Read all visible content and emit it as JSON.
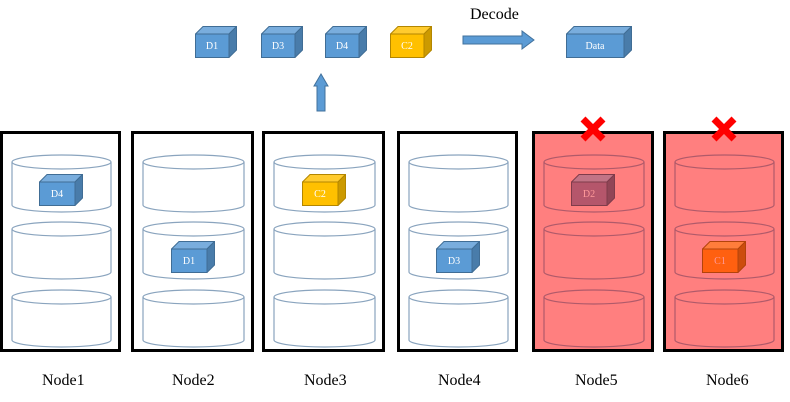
{
  "decode_label": "Decode",
  "colors": {
    "data_block": "#5b9bd5",
    "parity_block": "#ffc000",
    "failed_node_bg": "#ff7f7f",
    "failed_data_block": "#b5566b",
    "failed_parity_block": "#ff6010",
    "fail_mark": "#ff0000",
    "disk_stroke": "#8aa4be"
  },
  "read_blocks": [
    {
      "label": "D1",
      "kind": "data"
    },
    {
      "label": "D3",
      "kind": "data"
    },
    {
      "label": "D4",
      "kind": "data"
    },
    {
      "label": "C2",
      "kind": "parity"
    }
  ],
  "output_block": {
    "label": "Data",
    "kind": "data"
  },
  "nodes": [
    {
      "label": "Node1",
      "failed": false,
      "disks": [
        {
          "block": "D4",
          "kind": "data"
        },
        null,
        null
      ]
    },
    {
      "label": "Node2",
      "failed": false,
      "disks": [
        null,
        {
          "block": "D1",
          "kind": "data"
        },
        null
      ]
    },
    {
      "label": "Node3",
      "failed": false,
      "disks": [
        {
          "block": "C2",
          "kind": "parity"
        },
        null,
        null
      ]
    },
    {
      "label": "Node4",
      "failed": false,
      "disks": [
        null,
        {
          "block": "D3",
          "kind": "data"
        },
        null
      ]
    },
    {
      "label": "Node5",
      "failed": true,
      "disks": [
        {
          "block": "D2",
          "kind": "data"
        },
        null,
        null
      ]
    },
    {
      "label": "Node6",
      "failed": true,
      "disks": [
        null,
        {
          "block": "C1",
          "kind": "parity"
        },
        null
      ]
    }
  ]
}
